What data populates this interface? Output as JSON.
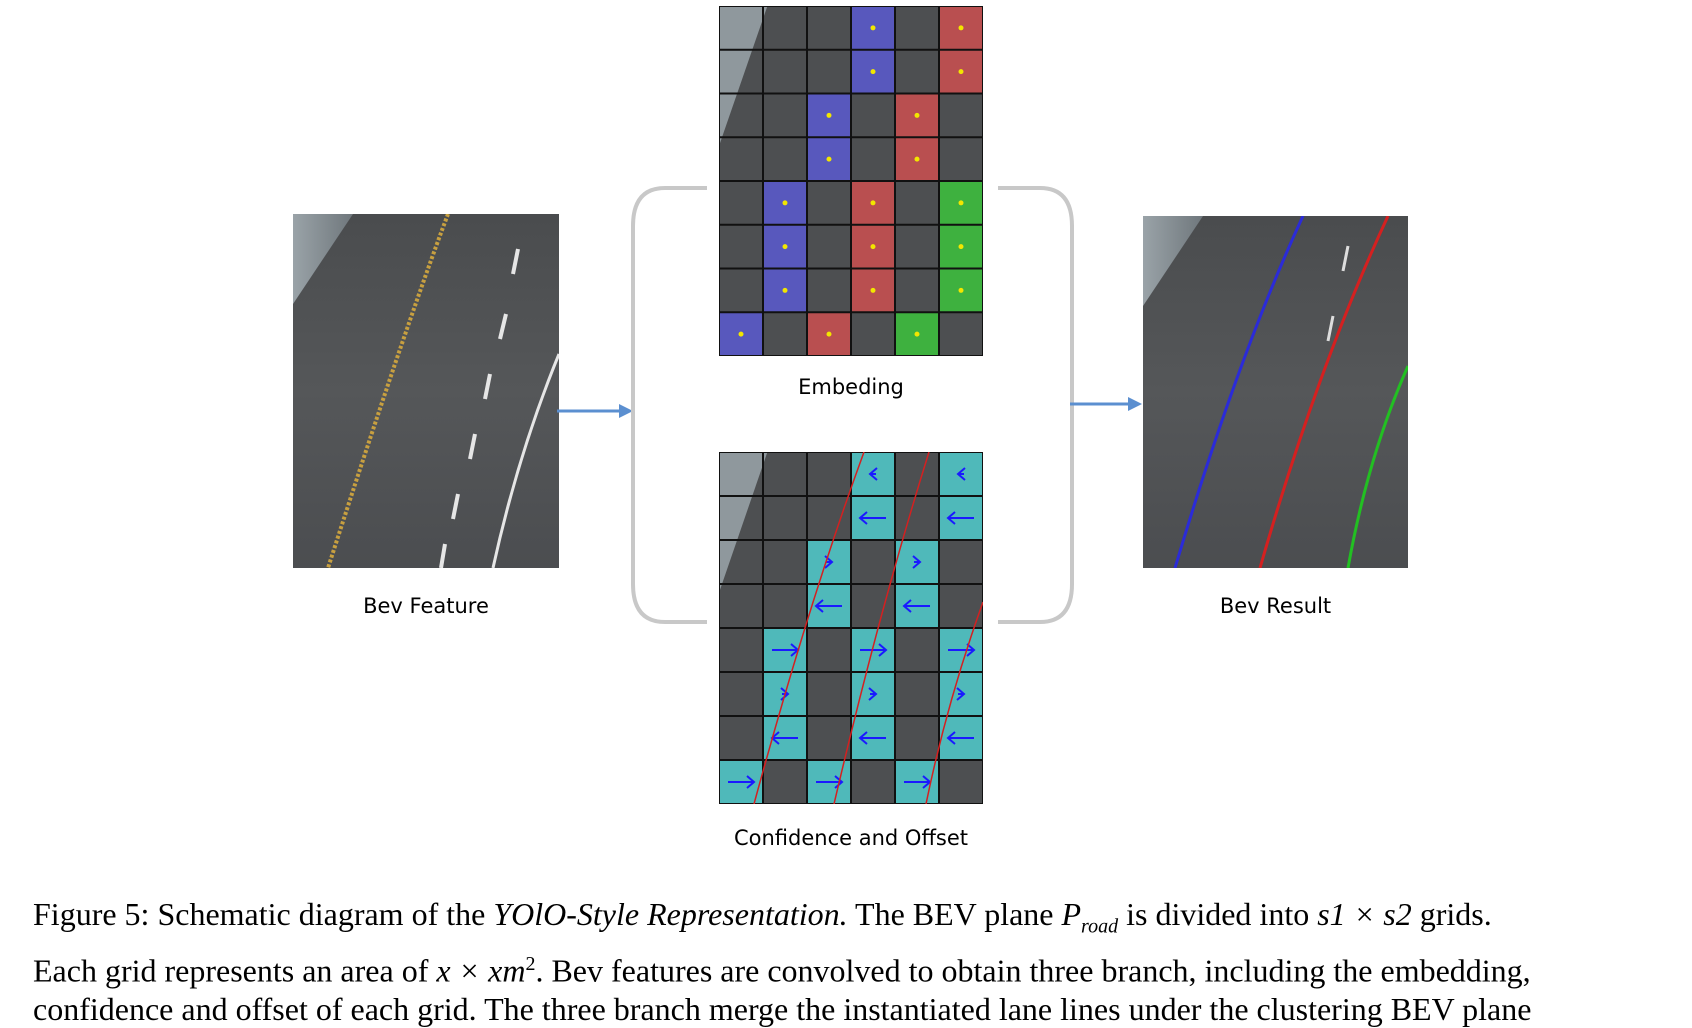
{
  "figure": {
    "bev_feature_label": "Bev Feature",
    "embedding_label": "Embeding",
    "confidence_label": "Confidence and Offset",
    "bev_result_label": "Bev Result",
    "lane_colors": {
      "lane1": "#2b2bd8",
      "lane2": "#d42020",
      "lane3": "#22c022"
    },
    "embedding_colors": {
      "blue": "#5a5acc",
      "red": "#c85050",
      "green": "#3cbf3c",
      "teal": "#50c8c8"
    },
    "arrow_color": "#1a1aff",
    "dot_color": "#f2e600"
  },
  "caption": {
    "fig_label": "Figure 5:",
    "text_1": "Schematic diagram of the",
    "italic_term": "YOlO-Style Representation.",
    "text_2": "The BEV plane",
    "math_P": "P",
    "math_sub": "road",
    "text_3": "is divided into",
    "math_grid": "s1 × s2",
    "text_4": "grids.",
    "line2_a": "Each grid represents an area of",
    "line2_math": "x × xm",
    "line2_sup": "2",
    "line2_b": ". Bev features are convolved to obtain three branch, including the embedding,",
    "line3": "confidence and offset of each grid. The three branch merge the instantiated lane lines under the clustering BEV plane"
  }
}
